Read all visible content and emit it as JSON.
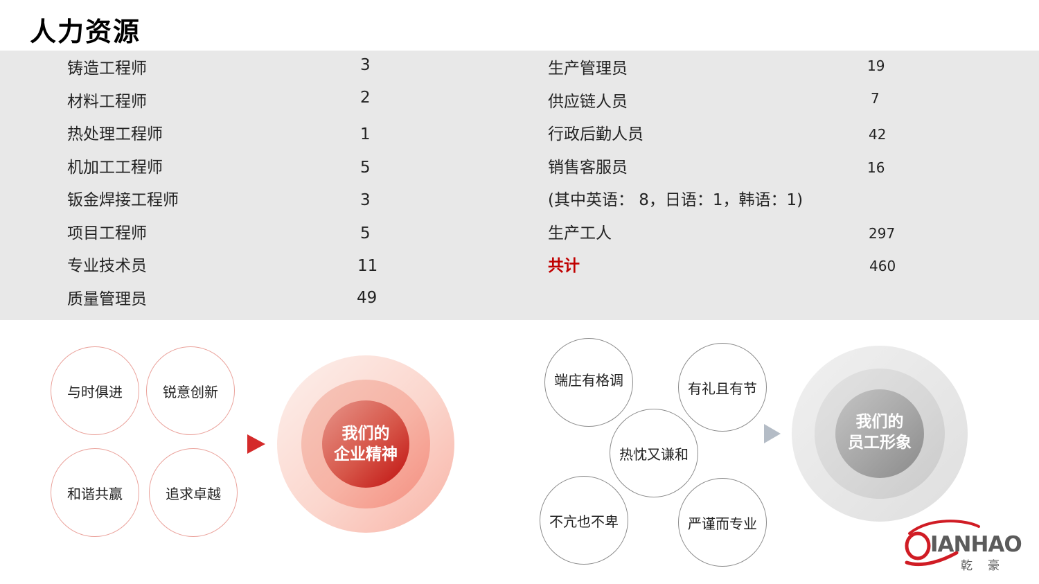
{
  "title": "人力资源",
  "stats": {
    "left": [
      {
        "label": "铸造工程师",
        "value": "3"
      },
      {
        "label": "材料工程师",
        "value": "2"
      },
      {
        "label": "热处理工程师",
        "value": "1"
      },
      {
        "label": "机加工工程师",
        "value": "5"
      },
      {
        "label": "钣金焊接工程师",
        "value": "3"
      },
      {
        "label": "项目工程师",
        "value": "5"
      },
      {
        "label": "专业技术员",
        "value": "11"
      },
      {
        "label": "质量管理员",
        "value": "49"
      }
    ],
    "right": [
      {
        "label": "生产管理员",
        "value": "19"
      },
      {
        "label": "供应链人员",
        "value": "7"
      },
      {
        "label": "行政后勤人员",
        "value": "42"
      },
      {
        "label": "销售客服员",
        "value": "16"
      },
      {
        "label": "(其中英语： 8，日语：1，韩语：1)",
        "value": ""
      },
      {
        "label": "生产工人",
        "value": "297"
      },
      {
        "label": "共计",
        "value": "460"
      }
    ]
  },
  "spirit": {
    "values": [
      "与时俱进",
      "锐意创新",
      "和谐共赢",
      "追求卓越"
    ],
    "core_line1": "我们的",
    "core_line2": "企业精神",
    "accent_color": "#c00000"
  },
  "image": {
    "values": [
      "端庄有格调",
      "有礼且有节",
      "热忱又谦和",
      "不亢也不卑",
      "严谨而专业"
    ],
    "core_line1": "我们的",
    "core_line2": "员工形象"
  },
  "logo": {
    "word": "IANHAO",
    "chinese": "乾豪"
  }
}
